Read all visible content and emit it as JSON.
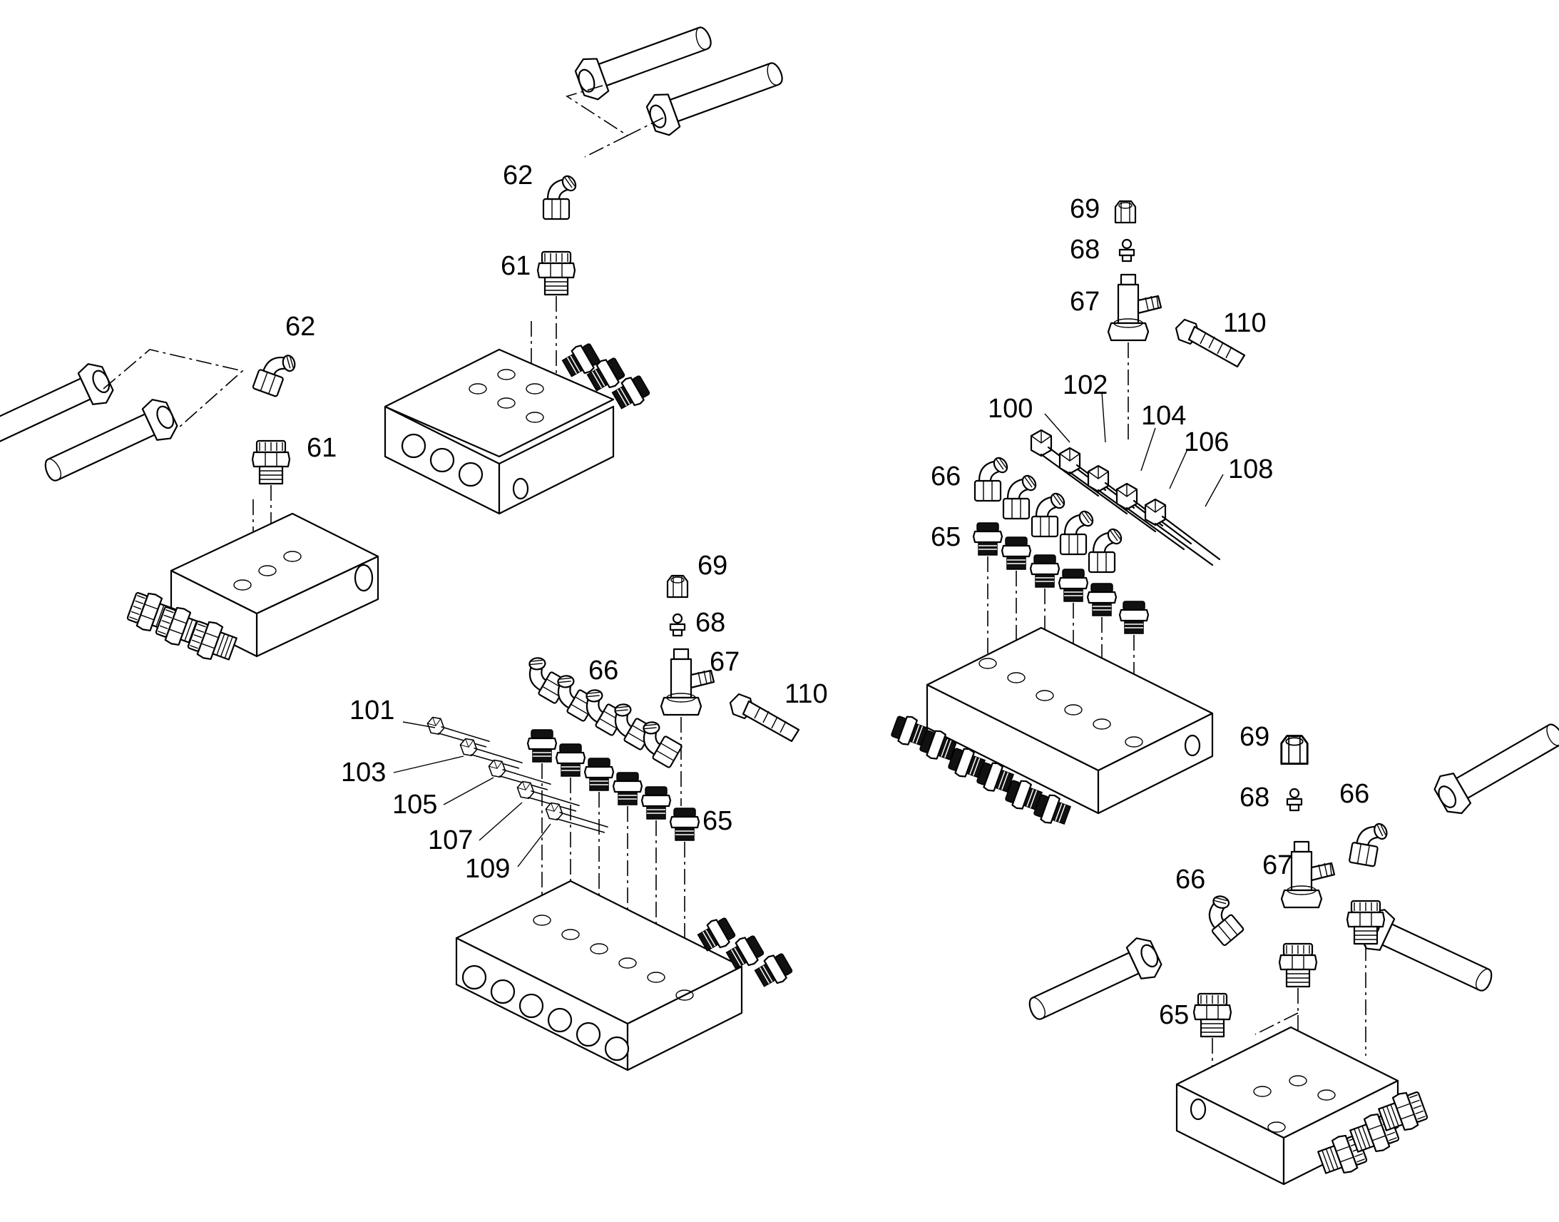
{
  "callouts": {
    "tl_62": "62",
    "tl_61": "61",
    "t_62": "62",
    "t_61": "61",
    "c_66": "66",
    "c_69": "69",
    "c_68": "68",
    "c_67": "67",
    "c_110": "110",
    "c_65": "65",
    "c_101": "101",
    "c_103": "103",
    "c_105": "105",
    "c_107": "107",
    "c_109": "109",
    "r_69": "69",
    "r_68": "68",
    "r_67": "67",
    "r_110": "110",
    "r_100": "100",
    "r_102": "102",
    "r_104": "104",
    "r_106": "106",
    "r_108": "108",
    "r_66": "66",
    "r_65": "65",
    "br_69": "69",
    "br_68": "68",
    "br_67": "67",
    "br_66a": "66",
    "br_66b": "66",
    "br_65": "65"
  },
  "icons": {
    "pipe": "hose-pipe-icon",
    "nut": "hex-nut-icon",
    "elbow": "elbow-fitting-icon",
    "adapter": "threaded-adapter-icon",
    "tee": "tee-fitting-icon",
    "manifold": "distributor-block-icon",
    "bolt": "banjo-bolt-icon"
  }
}
